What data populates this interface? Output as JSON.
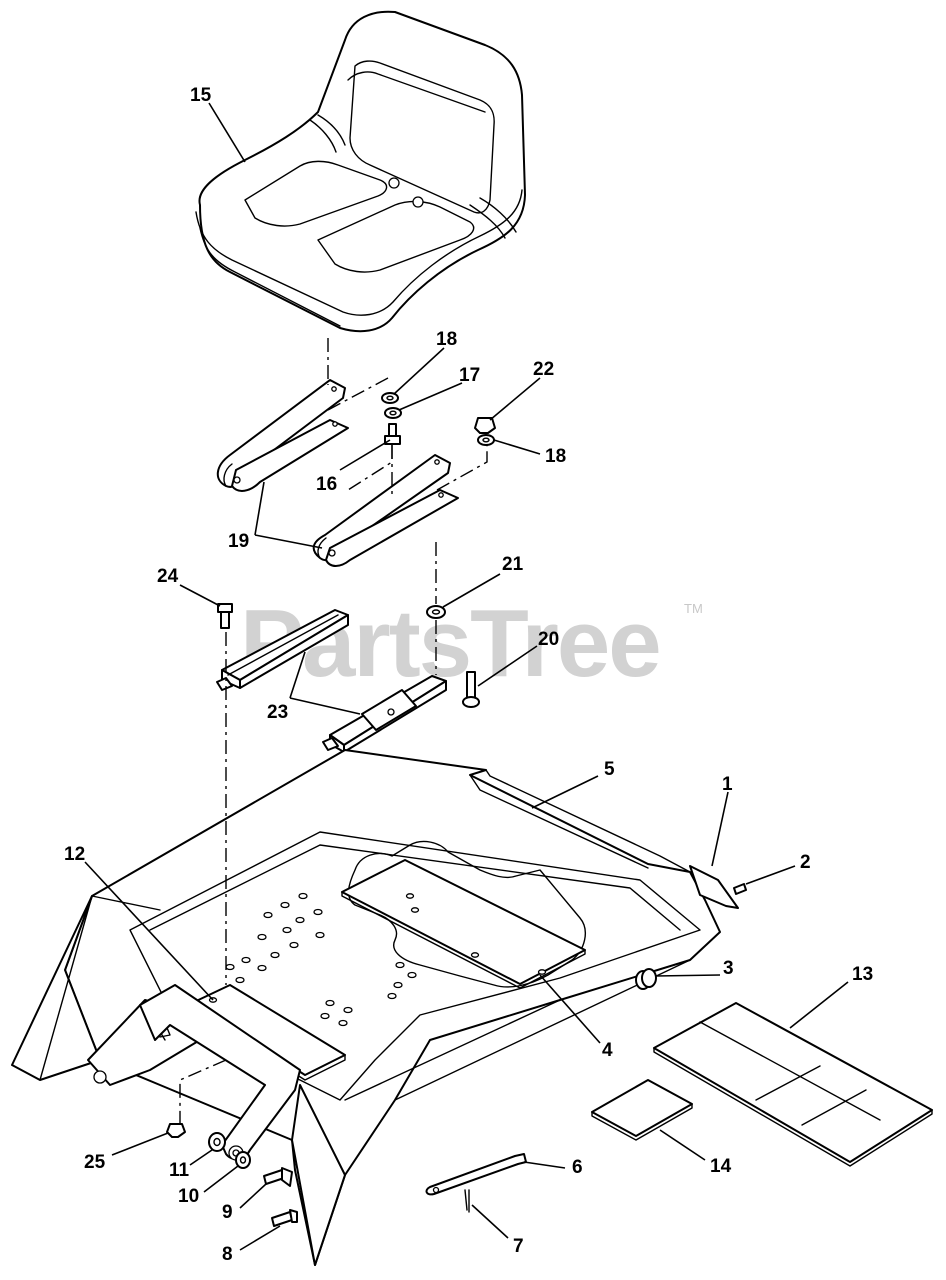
{
  "watermark": {
    "text": "PartsTree",
    "trademark": "TM"
  },
  "callouts": [
    {
      "id": "c1",
      "text": "1"
    },
    {
      "id": "c2",
      "text": "2"
    },
    {
      "id": "c3",
      "text": "3"
    },
    {
      "id": "c4",
      "text": "4"
    },
    {
      "id": "c5",
      "text": "5"
    },
    {
      "id": "c6",
      "text": "6"
    },
    {
      "id": "c7",
      "text": "7"
    },
    {
      "id": "c8",
      "text": "8"
    },
    {
      "id": "c9",
      "text": "9"
    },
    {
      "id": "c10",
      "text": "10"
    },
    {
      "id": "c11",
      "text": "11"
    },
    {
      "id": "c12",
      "text": "12"
    },
    {
      "id": "c13",
      "text": "13"
    },
    {
      "id": "c14",
      "text": "14"
    },
    {
      "id": "c15",
      "text": "15"
    },
    {
      "id": "c16",
      "text": "16"
    },
    {
      "id": "c17",
      "text": "17"
    },
    {
      "id": "c18a",
      "text": "18"
    },
    {
      "id": "c18b",
      "text": "18"
    },
    {
      "id": "c19",
      "text": "19"
    },
    {
      "id": "c20",
      "text": "20"
    },
    {
      "id": "c21",
      "text": "21"
    },
    {
      "id": "c22",
      "text": "22"
    },
    {
      "id": "c23",
      "text": "23"
    },
    {
      "id": "c24",
      "text": "24"
    },
    {
      "id": "c25",
      "text": "25"
    }
  ]
}
